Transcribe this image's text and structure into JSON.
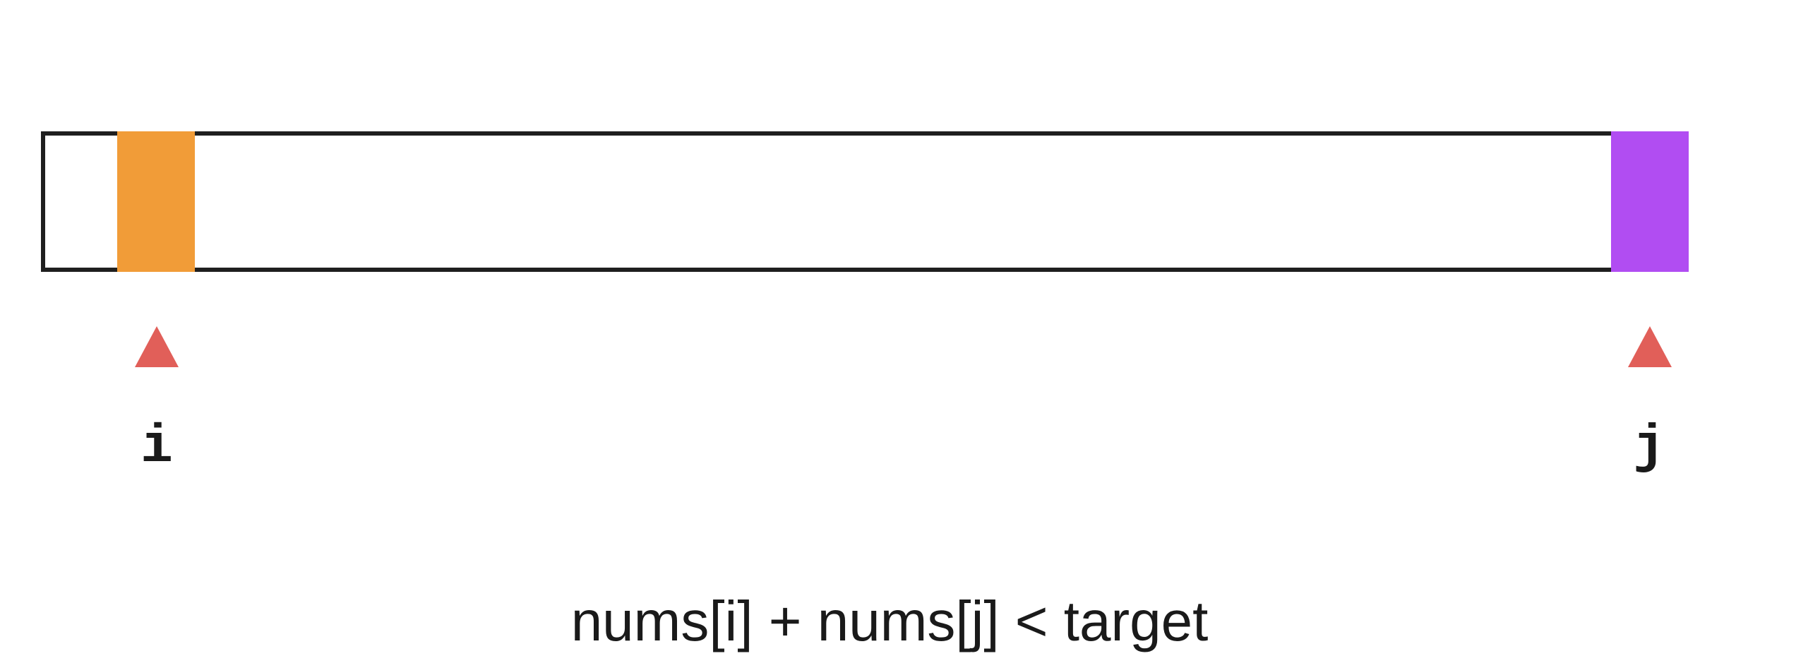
{
  "pointers": [
    {
      "label": "i",
      "cell_color": "#F19C38",
      "arrow_color": "#E15F59"
    },
    {
      "label": "j",
      "cell_color": "#B14DF2",
      "arrow_color": "#E15F59"
    }
  ],
  "condition_text": "nums[i] + nums[j] < target",
  "colors": {
    "array_border": "#1f1f1f",
    "background": "#ffffff",
    "text": "#1a1a1a"
  }
}
